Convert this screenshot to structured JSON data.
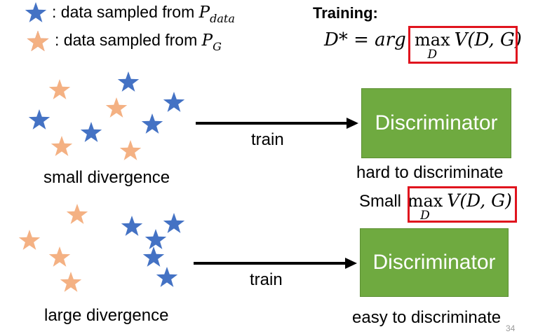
{
  "legend": {
    "data_text": ": data sampled from ",
    "data_var": "P",
    "data_sub": "data",
    "g_text": ": data sampled from ",
    "g_var": "P",
    "g_sub": "G"
  },
  "training": {
    "title": "Training:",
    "lhs": "D* = arg ",
    "max_word": "max",
    "max_sub": "D",
    "fn": "V(D, G)"
  },
  "top_row": {
    "caption": "small divergence",
    "arrow_label": "train",
    "box_label": "Discriminator",
    "result": "hard to discriminate",
    "small_word": "Small ",
    "max_word": "max",
    "max_sub": "D",
    "fn": "V(D, G)"
  },
  "bottom_row": {
    "caption": "large divergence",
    "arrow_label": "train",
    "box_label": "Discriminator",
    "result": "easy to discriminate"
  },
  "page_number": "34",
  "colors": {
    "blue_star": "#4472c4",
    "orange_star": "#f4b183",
    "discriminator_green": "#70ad47",
    "highlight_red": "#e0141e"
  }
}
